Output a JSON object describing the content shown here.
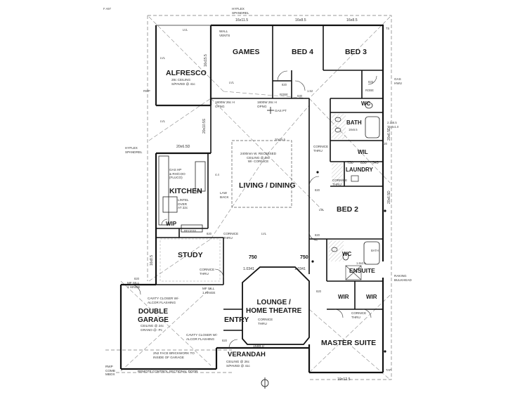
{
  "corner_label": "F A97",
  "rooms": {
    "games": "GAMES",
    "bed4": "BED 4",
    "bed3": "BED 3",
    "alfresco": "ALFRESCO",
    "kitchen": "KITCHEN",
    "living_dining": "LIVING / DINING",
    "bed2": "BED 2",
    "study": "STUDY",
    "double_garage": [
      "DOUBLE",
      "GARAGE"
    ],
    "lounge": [
      "LOUNGE /",
      "HOME THEATRE"
    ],
    "entry": "ENTRY",
    "master_suite": "MASTER SUITE",
    "verandah": "VERANDAH",
    "bath": "BATH",
    "wil": "WIL",
    "laundry": "LAUNDRY",
    "wc_top": "WC",
    "wc_ensuite": "WC",
    "ensuite": "ENSUITE",
    "wir_left": "WIR",
    "wir_right": "WIR",
    "wip": "WIP",
    "robe_bed4": "ROBE",
    "robe_bed3": "ROBE",
    "bath_ensuite": "BATH",
    "recess": "RECESS"
  },
  "notes": {
    "hyflex_top": [
      "HYFLEX",
      "SPANDREL"
    ],
    "hyflex_left": [
      "HYFLEX",
      "SPANDREL"
    ],
    "alfresco_ceiling": [
      "28c CEILING",
      "S/PAVED @ 41c"
    ],
    "wall_vents": [
      "WALL",
      "VENTS"
    ],
    "opening_left": [
      "1800W 26c H",
      "OPNG"
    ],
    "opening_right": [
      "1800W 26c H",
      "OPNG"
    ],
    "gas_pt_label": "GAS PT",
    "living_ceiling": [
      "2400mm W. RECESSED",
      "CEILING @ 28c",
      "W/- CORNICE"
    ],
    "cornice_thru_living": [
      "CORNICE",
      "THRU"
    ],
    "kitchen_appliances": [
      "GAS HP",
      "& RH/COO",
      "(FLUCO)"
    ],
    "lintel": [
      "LINTEL",
      "OVER",
      "AT 22c"
    ],
    "law_back": [
      "LAW",
      "BACK"
    ],
    "cornice_thru_study": [
      "CORNICE",
      "THRU"
    ],
    "cornice_thru_entry": [
      "CORNICE",
      "THRU"
    ],
    "cornice_thru_lounge": [
      "CORNICE",
      "THRU"
    ],
    "cornice_thru_wir": [
      "CORNICE",
      "THRU"
    ],
    "cornice_thru_left": [
      "CORNICE",
      "THRU"
    ],
    "cavity_closer_1": [
      "CAVITY CLOSER W/-",
      "ALCOR FLASHING"
    ],
    "cavity_closer_2": [
      "CAVITY CLOSER W/-",
      "ALCOR FLASHING"
    ],
    "garage_ceiling": [
      "CEILING @ 24c",
      "GRANO @ -Pc"
    ],
    "face_brickwork": [
      "2N2 FACE BRICKWORK TO",
      "INSIDE OF GARAGE"
    ],
    "remote_door": "REMOTE CONTROL SECTIONAL DOOR",
    "verandah_ceiling": [
      "CEILING @ 26c",
      "S/PAVED @ 41c"
    ],
    "gas_hwu": [
      "GAS",
      "HWU"
    ],
    "raking_bulkhead": [
      "RAKING",
      "BULKHEAD"
    ],
    "combo_mbox": [
      "RWP",
      "COMB",
      "MBOX"
    ],
    "mf_sill_hinge": [
      "MF SILL",
      "1 HINGE"
    ],
    "mf_sill_hinge2": [
      "MF SILL",
      "1 HINGE"
    ]
  },
  "dimensions": {
    "top_games": "16x11.5",
    "top_bed4": "16x8.5",
    "top_bed3": "16x8.5",
    "alfresco_side": "16x15.5",
    "kitchen_top": "20x6.5D",
    "living_top": "20x15.5",
    "kitchen_side": "20x10.5S",
    "bed2_side": "20x6.5D",
    "bed2_side2": "20x6.5D",
    "bath_dim": "18x6.5",
    "laundry_dims": [
      "750",
      "830",
      "545"
    ],
    "lounge_750_left": "750",
    "lounge_750_right": "750",
    "lounge_diag_left": "1.0341",
    "lounge_diag_right": "1.0341",
    "garage_side": "16x8.5",
    "bottom_master": "19x12.5",
    "bottom_verandah": "16x8.0",
    "door_820_a": "820",
    "door_820_b": "820",
    "door_820_c": "820",
    "door_820_d": "820",
    "door_820_e": "820",
    "door_820_f": "820",
    "door_820_g": "820",
    "door_820_h": "820",
    "door_630": "630",
    "door_720": "720",
    "wc_dim": "1.52",
    "ensuite_dim": "1.8x2.5",
    "bath_side_dims": [
      "2.1x6.5",
      "T5.4x1.0"
    ],
    "living_side_dims": [
      "20x15.5",
      "4.4"
    ],
    "lvl_marks": [
      "LVL",
      "LVL",
      "LVL",
      "LVL",
      "LVL",
      "LVL"
    ],
    "rwp": "RWP",
    "ts": "TS",
    "tap": "TAP"
  },
  "icons": [
    "north-arrow-icon",
    "door-swing-icon",
    "bath-icon",
    "toilet-icon",
    "shower-icon",
    "sink-icon"
  ]
}
